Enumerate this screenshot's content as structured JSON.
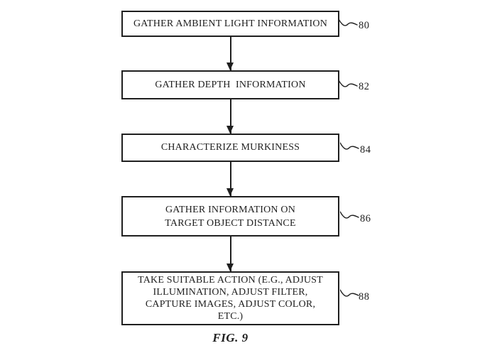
{
  "caption": "FIG. 9",
  "colors": {
    "line": "#1f1f1f",
    "text": "#1f1f1f",
    "background": "#ffffff"
  },
  "steps": [
    {
      "ref": "80",
      "lines": [
        "GATHER AMBIENT LIGHT INFORMATION"
      ]
    },
    {
      "ref": "82",
      "lines": [
        "GATHER DEPTH  INFORMATION"
      ]
    },
    {
      "ref": "84",
      "lines": [
        "CHARACTERIZE MURKINESS"
      ]
    },
    {
      "ref": "86",
      "lines": [
        "GATHER INFORMATION ON",
        "TARGET OBJECT DISTANCE"
      ]
    },
    {
      "ref": "88",
      "lines": [
        "TAKE SUITABLE ACTION (E.G., ADJUST",
        "ILLUMINATION, ADJUST FILTER,",
        "CAPTURE IMAGES, ADJUST COLOR,",
        "ETC.)"
      ]
    }
  ]
}
